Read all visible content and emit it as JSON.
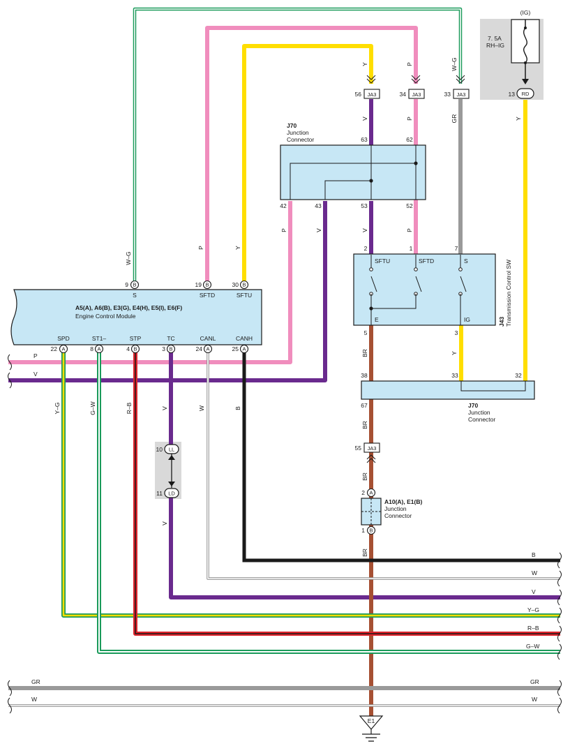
{
  "ecm": {
    "codes": "A5(A), A6(B), E3(G), E4(H), E5(I), E6(F)",
    "name": "Engine Control Module",
    "top_pins": [
      {
        "num": "9",
        "conn": "B",
        "sig": "S",
        "color": "W–G"
      },
      {
        "num": "19",
        "conn": "B",
        "sig": "SFTD",
        "color": "P"
      },
      {
        "num": "30",
        "conn": "B",
        "sig": "SFTU",
        "color": "Y"
      }
    ],
    "bottom_pins": [
      {
        "num": "22",
        "conn": "A",
        "sig": "SPD",
        "color": "Y–G"
      },
      {
        "num": "8",
        "conn": "A",
        "sig": "ST1–",
        "color": "G–W"
      },
      {
        "num": "4",
        "conn": "B",
        "sig": "STP",
        "color": "R–B"
      },
      {
        "num": "3",
        "conn": "B",
        "sig": "TC",
        "color": "V"
      },
      {
        "num": "24",
        "conn": "A",
        "sig": "CANL",
        "color": "W"
      },
      {
        "num": "25",
        "conn": "A",
        "sig": "CANH",
        "color": "B"
      }
    ]
  },
  "j70_upper": {
    "id": "J70",
    "name_line1": "Junction",
    "name_line2": "Connector",
    "pins": {
      "p63": "63",
      "p62": "62",
      "p42": "42",
      "p43": "43",
      "p53": "53",
      "p52": "52"
    },
    "wires": {
      "p42": "P",
      "p43": "V",
      "p63": "V",
      "p62": "P",
      "p53": "V",
      "p52": "P"
    }
  },
  "ja3": {
    "label": "JA3",
    "pins": {
      "a": "56",
      "b": "34",
      "c": "33",
      "d": "55"
    },
    "wires": {
      "a": "Y",
      "b": "P",
      "c": "W–G",
      "d": "BR"
    }
  },
  "fuse": {
    "source": "(IG)",
    "rating": "7. 5A",
    "name": "RH–IG",
    "pin": "13",
    "conn": "RD",
    "wire": "Y"
  },
  "ja3_below_wire": "GR",
  "j43": {
    "id": "J43",
    "name": "Transmission Control SW",
    "pins": {
      "p2": "2",
      "p1": "1",
      "p7": "7",
      "p5": "5",
      "p3": "3"
    },
    "labels": {
      "sftu": "SFTU",
      "sftd": "SFTD",
      "s": "S",
      "e": "E",
      "ig": "IG"
    },
    "wires": {
      "p5": "BR",
      "p3": "Y"
    }
  },
  "j70_lower": {
    "id": "J70",
    "name_line1": "Junction",
    "name_line2": "Connector",
    "pins": {
      "p38": "38",
      "p33": "33",
      "p32": "32",
      "p67": "67"
    },
    "wire_67": "BR"
  },
  "tc_connector": {
    "pin_top": "10",
    "conn_top": "LL",
    "pin_bottom": "11",
    "conn_bottom": "LD",
    "wire_top": "V",
    "wire_bottom": "V"
  },
  "a10": {
    "codes": "A10(A), E1(B)",
    "name_line1": "Junction",
    "name_line2": "Connector",
    "pin_top": "2",
    "conn_top": "A",
    "pin_bottom": "1",
    "conn_bottom": "B",
    "wire_top": "BR",
    "wire_bottom": "BR"
  },
  "ground": {
    "label": "E1"
  },
  "bus_left": {
    "p": "P",
    "v": "V"
  },
  "bus_right": {
    "b": "B",
    "w1": "W",
    "v": "V",
    "yg": "Y–G",
    "rb": "R–B",
    "gw": "G–W"
  },
  "bottom_bus": {
    "gr_left": "GR",
    "w_left": "W",
    "gr_right": "GR",
    "w_right": "W"
  },
  "colors": {
    "pink": "#f08dbd",
    "yellow": "#ffde00",
    "violet": "#6a2a8e",
    "brown": "#a65033",
    "gray": "#9a9a9a",
    "black": "#1a1a1a",
    "connector_fill": "#c7e7f5",
    "fuse_bg": "#d9d9d9",
    "green": "#1a9a5a",
    "red": "#e0242c"
  }
}
